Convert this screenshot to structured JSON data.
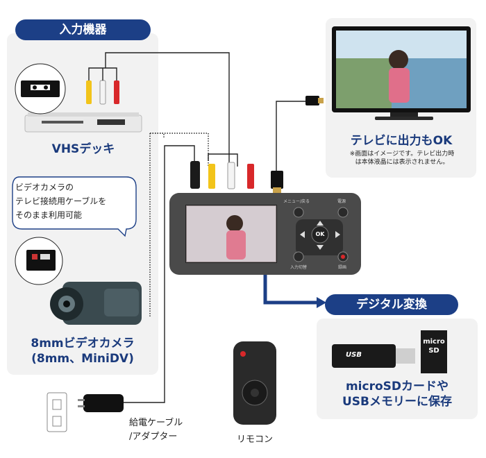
{
  "input_section": {
    "title": "入力機器",
    "vhs_label": "VHSデッキ",
    "bubble_lines": [
      "ビデオカメラの",
      "テレビ接続用ケーブルを",
      "そのまま利用可能"
    ],
    "camera_label_line1": "8mmビデオカメラ",
    "camera_label_line2": "(8mm、MiniDV)"
  },
  "tv_section": {
    "caption": "テレビに出力もOK",
    "note_line1": "※画面はイメージです。テレビ出力時",
    "note_line2": "は本体液晶には表示されません。"
  },
  "device": {
    "menu_label": "メニュー/戻る",
    "record_label": "録画",
    "input_switch_label": "入力切替",
    "power_label": "電源",
    "ok_label": "OK",
    "home_icon": "home-icon",
    "power_icon": "power-icon"
  },
  "digital": {
    "title": "デジタル変換",
    "caption_line1": "microSDカードや",
    "caption_line2": "USBメモリーに保存",
    "sd_text_top": "micro",
    "sd_text_bottom": "SD",
    "usb_text": "USB"
  },
  "power_adapter": {
    "line1": "給電ケーブル",
    "line2": "/アダプター"
  },
  "remote": {
    "label": "リモコン"
  },
  "colors": {
    "navy": "#1c3f86",
    "panel": "#f2f2f2",
    "device_body": "#4a4a4a",
    "rca_yellow": "#f2c41a",
    "rca_red": "#d8282a",
    "rca_white": "#f4f4f4"
  }
}
